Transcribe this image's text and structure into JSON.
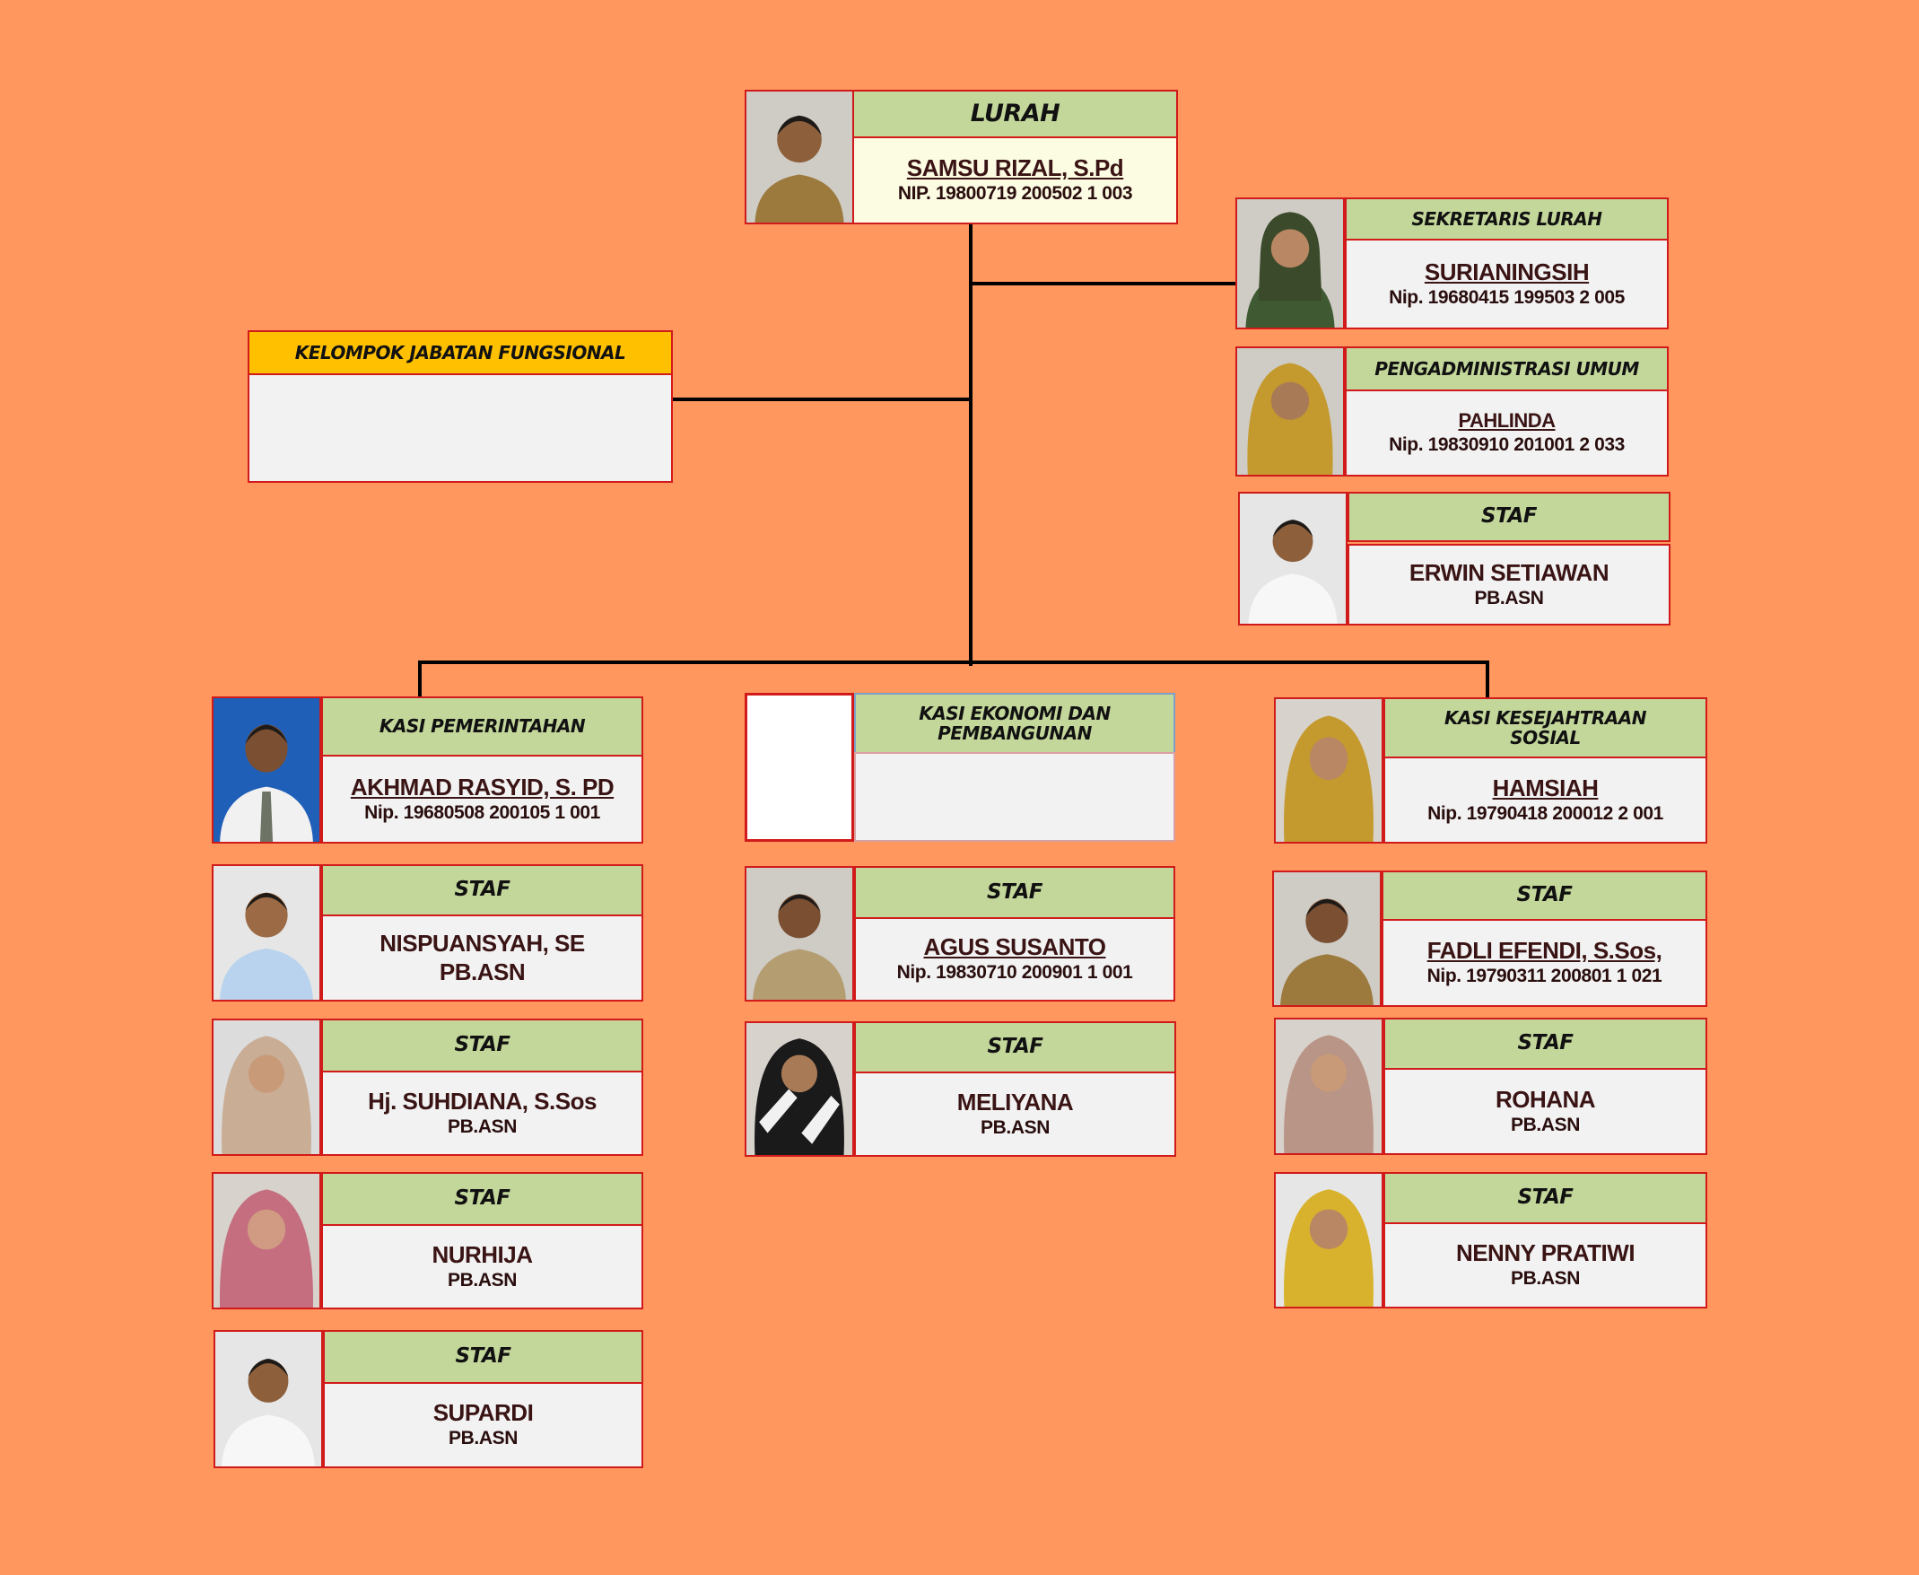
{
  "lurah": {
    "title": "LURAH",
    "name": "SAMSU RIZAL, S.Pd",
    "id": "NIP. 19800719 200502 1 003"
  },
  "sekretaris": {
    "title": "SEKRETARIS LURAH",
    "name": "SURIANINGSIH",
    "id": "Nip. 19680415 199503 2 005"
  },
  "pengadministrasi": {
    "title": "PENGADMINISTRASI UMUM",
    "name": "PAHLINDA",
    "id": "Nip. 19830910 201001 2 033"
  },
  "staf_sekretariat": {
    "title": "STAF",
    "name": "ERWIN SETIAWAN",
    "status": "PB.ASN"
  },
  "fungsional": {
    "title": "KELOMPOK JABATAN FUNGSIONAL"
  },
  "kasi_pemerintahan": {
    "title": "KASI PEMERINTAHAN",
    "name": "AKHMAD RASYID, S. PD",
    "id": "Nip. 19680508 200105 1 001"
  },
  "staf_pemerintahan": [
    {
      "title": "STAF",
      "name": "NISPUANSYAH, SE",
      "status": "PB.ASN"
    },
    {
      "title": "STAF",
      "name": "Hj. SUHDIANA, S.Sos",
      "status": "PB.ASN"
    },
    {
      "title": "STAF",
      "name": "NURHIJA",
      "status": "PB.ASN"
    },
    {
      "title": "STAF",
      "name": "SUPARDI",
      "status": "PB.ASN"
    }
  ],
  "kasi_ekonomi": {
    "title_line1": "KASI EKONOMI DAN",
    "title_line2": "PEMBANGUNAN"
  },
  "staf_ekonomi": [
    {
      "title": "STAF",
      "name": "AGUS SUSANTO",
      "id": "Nip. 19830710 200901 1 001"
    },
    {
      "title": "STAF",
      "name": "MELIYANA",
      "status": "PB.ASN"
    }
  ],
  "kasi_kesejahtraan": {
    "title_line1": "KASI KESEJAHTRAAN",
    "title_line2": "SOSIAL",
    "name": "HAMSIAH",
    "id": "Nip. 19790418 200012 2 001"
  },
  "staf_kesejahtraan": [
    {
      "title": "STAF",
      "name": "FADLI EFENDI, S.Sos,",
      "id": "Nip. 19790311 200801 1 021"
    },
    {
      "title": "STAF",
      "name": "ROHANA",
      "status": "PB.ASN"
    },
    {
      "title": "STAF",
      "name": "NENNY PRATIWI",
      "status": "PB.ASN"
    }
  ],
  "colors": {
    "background": "#FF975E",
    "title_fill": "#C4D79B",
    "fungsional_fill": "#FFC000",
    "info_fill": "#F2F2F2",
    "border": "#D11A1A"
  }
}
